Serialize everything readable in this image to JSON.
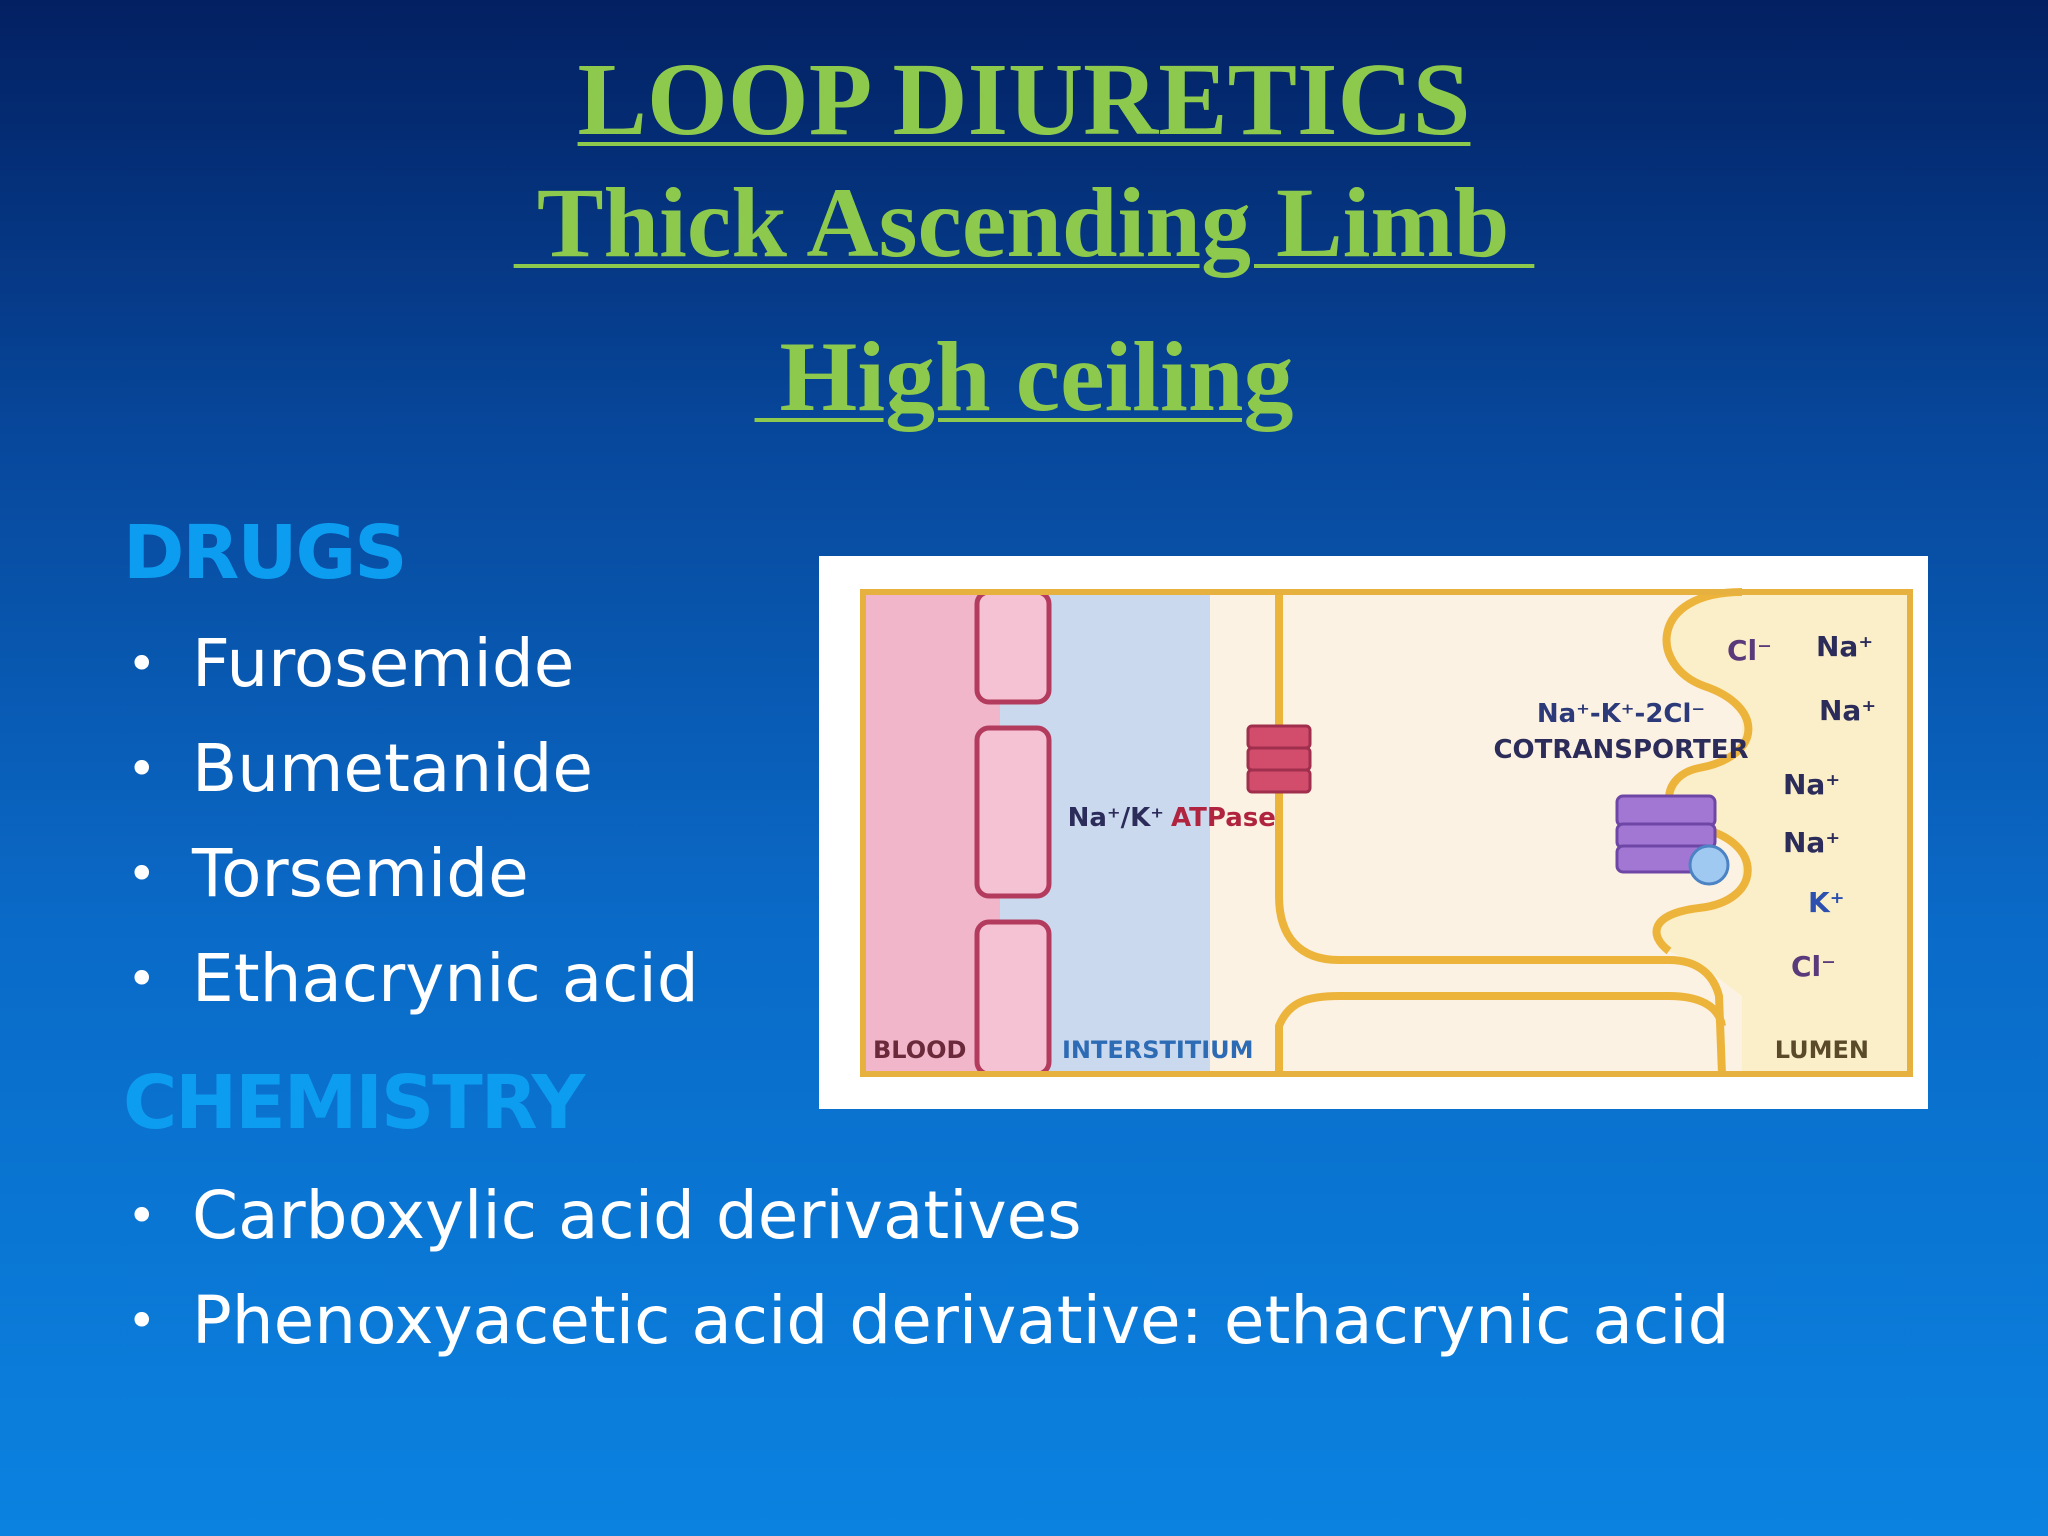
{
  "title": {
    "line1": "LOOP DIURETICS",
    "line2": " Thick Ascending Limb ",
    "line3": " High ceiling"
  },
  "drugs": {
    "heading": "DRUGS",
    "items": [
      "Furosemide",
      "Bumetanide",
      "Torsemide",
      "Ethacrynic acid"
    ]
  },
  "chemistry": {
    "heading": "CHEMISTRY",
    "items": [
      "Carboxylic acid derivatives",
      "Phenoxyacetic acid derivative: ethacrynic acid"
    ]
  },
  "figure": {
    "region_blood": "BLOOD",
    "region_interstitium": "INTERSTITIUM",
    "region_lumen": "LUMEN",
    "pump_label_ions": "Na⁺/K⁺",
    "pump_label_name": "ATPase",
    "cotransporter_ions": "Na⁺-K⁺-2Cl⁻",
    "cotransporter_name": "COTRANSPORTER",
    "lumen_ions": [
      "Cl⁻",
      "Na⁺",
      "Na⁺",
      "Na⁺",
      "Na⁺",
      "K⁺",
      "Cl⁻"
    ]
  },
  "colors": {
    "title": "#8dc94c",
    "heading": "#0d9df0",
    "body_text": "#ffffff",
    "blood": "#f1b6c9",
    "interstitium": "#cbd9ee",
    "cell": "#fbf2e3",
    "tubule_border": "#edb43c"
  }
}
